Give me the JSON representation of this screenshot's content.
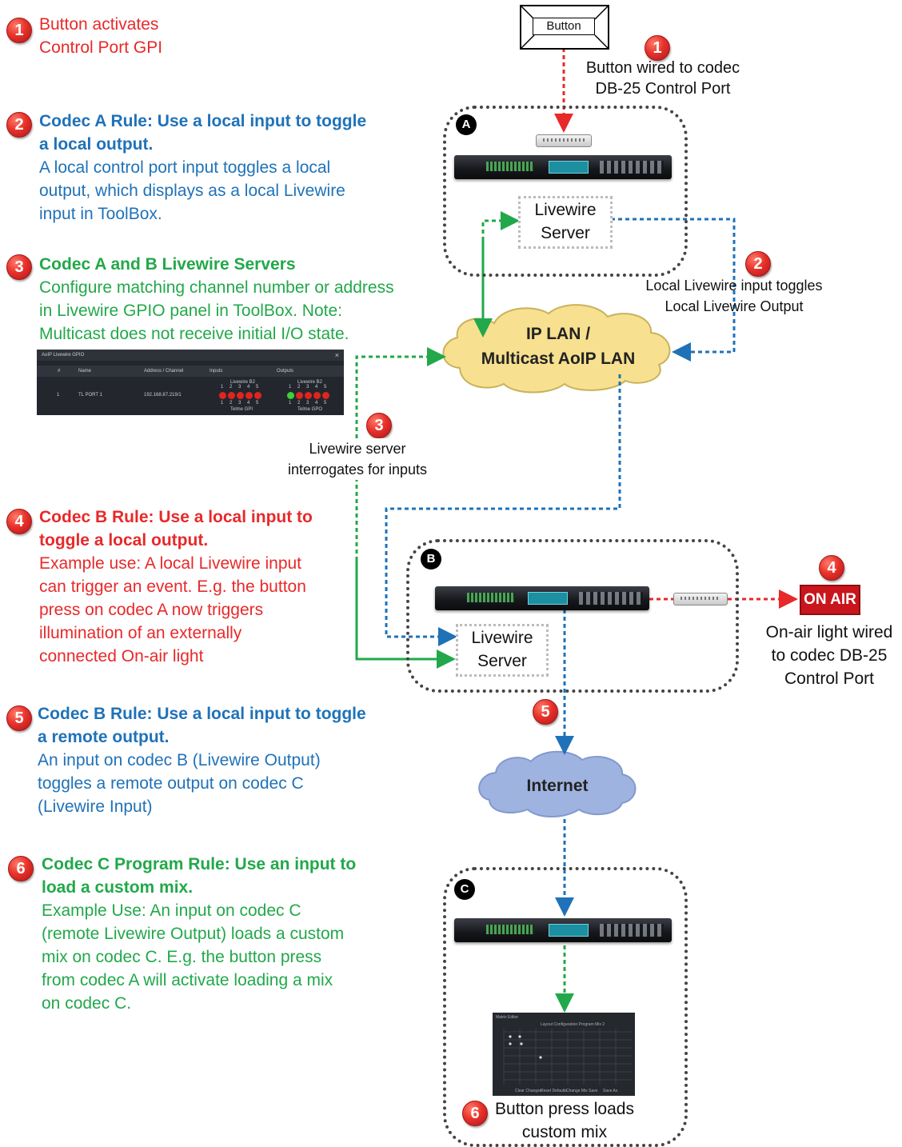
{
  "notes": [
    {
      "num": "1",
      "color": "#e8292a",
      "lines": [
        "Button activates",
        "Control Port GPI"
      ]
    },
    {
      "num": "2",
      "color": "#1f72b8",
      "head": [
        "Codec A Rule: Use a local input to toggle",
        "a local output."
      ],
      "body": [
        "A local control port input toggles a local",
        "output, which displays as a local Livewire",
        "input in ToolBox."
      ]
    },
    {
      "num": "3",
      "color": "#22a84a",
      "head": [
        "Codec A and B Livewire Servers"
      ],
      "body": [
        "Configure matching channel number or address",
        "in Livewire GPIO panel in ToolBox. Note:",
        "Multicast does not receive initial I/O state."
      ]
    },
    {
      "num": "4",
      "color": "#e8292a",
      "head": [
        "Codec B Rule: Use a local input to",
        "toggle a local output."
      ],
      "body": [
        "Example use: A local Livewire input",
        "can trigger an event. E.g. the button",
        "press on codec A now triggers",
        "illumination of an externally",
        "connected On-air light"
      ]
    },
    {
      "num": "5",
      "color": "#1f72b8",
      "head": [
        "Codec B Rule: Use a local input to toggle",
        "a remote output."
      ],
      "body": [
        "An input on codec B (Livewire Output)",
        "toggles a remote output on codec C",
        "(Livewire Input)"
      ]
    },
    {
      "num": "6",
      "color": "#22a84a",
      "head": [
        "Codec C Program Rule: Use an input to",
        "load a custom mix."
      ],
      "body": [
        "Example Use: An input on codec C",
        "(remote Livewire Output) loads a custom",
        "mix on codec C. E.g. the button press",
        "from codec A will activate loading a mix",
        "on codec C."
      ]
    }
  ],
  "diagram": {
    "button_label": "Button",
    "callout_1": [
      "Button wired to codec",
      "DB-25 Control Port"
    ],
    "callout_2": [
      "Local Livewire input toggles",
      "Local Livewire Output"
    ],
    "callout_3": [
      "Livewire server",
      "interrogates for inputs"
    ],
    "callout_4": [
      "On-air light wired",
      "to codec DB-25",
      "Control Port"
    ],
    "callout_6": [
      "Button press loads",
      "custom mix"
    ],
    "badges": {
      "b1": "1",
      "b2": "2",
      "b3": "3",
      "b4": "4",
      "b5": "5",
      "b6": "6"
    },
    "box_labels": {
      "a": "A",
      "b": "B",
      "c": "C"
    },
    "livewire_server": [
      "Livewire",
      "Server"
    ],
    "lan_cloud": [
      "IP LAN /",
      "Multicast AoIP LAN"
    ],
    "internet_cloud": "Internet",
    "on_air": "ON AIR"
  },
  "gpio_panel": {
    "title": "AoIP Livewire GPIO",
    "close": "×",
    "columns": [
      "#",
      "Name",
      "Address / Channel",
      "Inputs",
      "Outputs"
    ],
    "row": {
      "num": "1",
      "name": "TL PORT 1",
      "address": "192.168.87.219/1"
    },
    "inputs_group": "Livewire B2",
    "outputs_group": "Livewire B2",
    "input_foot": "Telme GPI",
    "output_foot": "Telme GPO",
    "pins": [
      "1",
      "2",
      "3",
      "4",
      "5"
    ],
    "input_led_colors": [
      "#e0241f",
      "#e0241f",
      "#e0241f",
      "#e0241f",
      "#e0241f"
    ],
    "output_led_colors": [
      "#3fcf3a",
      "#e0241f",
      "#e0241f",
      "#e0241f",
      "#e0241f"
    ]
  },
  "mix_panel": {
    "title": "Matrix Editor",
    "subtitle": "Layout Configuration Program Mix 2",
    "buttons": [
      "Clear Changes",
      "Reset Defaults",
      "Change Mix",
      "Save",
      "Save As"
    ]
  },
  "colors": {
    "red": "#e8292a",
    "blue": "#1f72b8",
    "green": "#22a84a",
    "lan_cloud": "#f7e08f",
    "internet_cloud": "#9fb3e0"
  }
}
